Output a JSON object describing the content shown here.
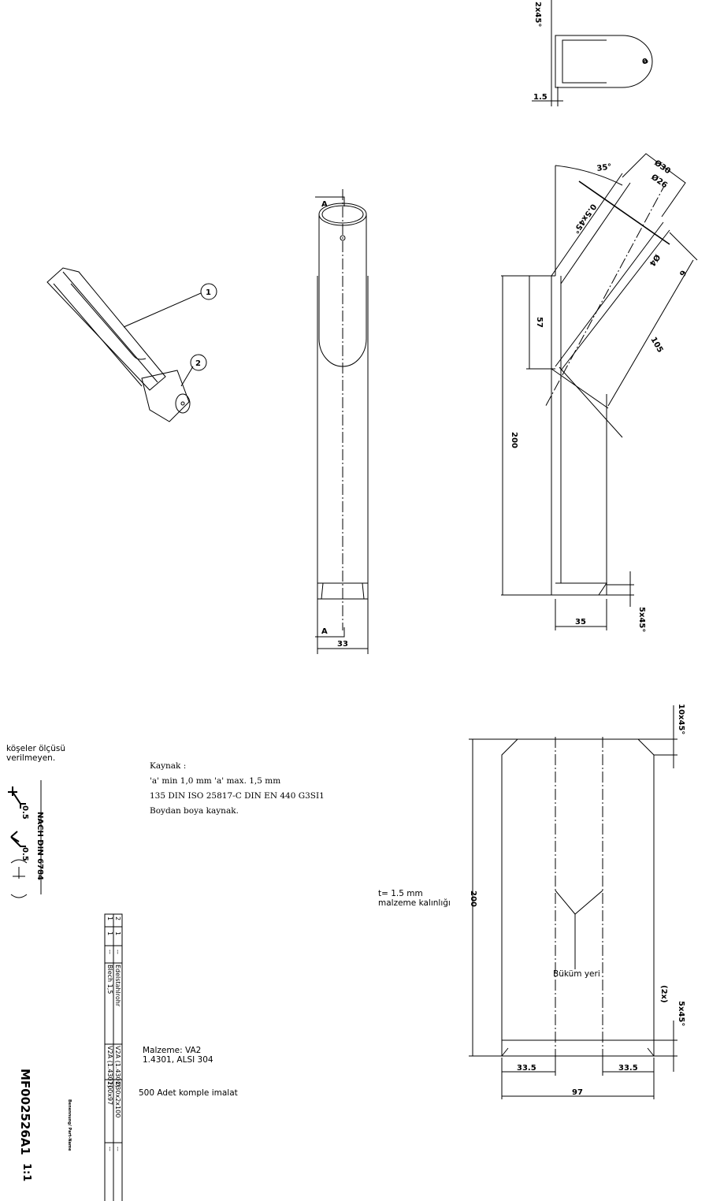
{
  "top_view": {
    "chamfer": "2x45°",
    "thickness": "1.5",
    "hole": "0"
  },
  "isometric": {
    "balloons": [
      "1",
      "2"
    ]
  },
  "front_view": {
    "section_mark": "A",
    "width": "33"
  },
  "section_view": {
    "angle": "35°",
    "outer_diameter": "Ø30",
    "inner_diameter": "Ø26",
    "tube_chamfer": "0.5x45°",
    "hole_diameter": "Ø4",
    "hole_offset": "6",
    "height": "200",
    "weld_height": "57",
    "tube_length": "105",
    "base_width": "35",
    "base_chamfer": "5x45°"
  },
  "flat_pattern": {
    "top_chamfer": "10x45°",
    "height": "200",
    "left_offset": "33.5",
    "right_offset": "33.5",
    "total_width": "97",
    "count": "(2x)",
    "bottom_chamfer": "5x45°",
    "bend_label": "Büküm yeri",
    "thickness_line1": "t= 1.5 mm",
    "thickness_line2": "malzeme kalınlığı"
  },
  "notes": {
    "corners_line1": "köşeler ölçüsü",
    "corners_line2": "verilmeyen.",
    "weld_value_1": "0.5",
    "weld_value_2": "0.5",
    "weld_standard": "NACH DIN 6784",
    "welding": [
      "Kaynak :",
      "'a' min 1,0 mm  'a' max. 1,5 mm",
      "135 DIN ISO 25817-C  DIN EN 440 G3SI1",
      "Boydan boya kaynak."
    ],
    "material_line1": "Malzeme: VA2",
    "material_line2": "1.4301,   ALSI 304",
    "quantity": "500 Adet komple imalat"
  },
  "title_block": {
    "drawing_number": "MF002526A1",
    "scale": "1:1",
    "name_label": "Benennung/ Part-Name"
  },
  "parts_list": [
    {
      "pos": "2",
      "qty": "1",
      "dash": "--",
      "name": "Edelstahlrohr",
      "material": "V2A (1.4301)",
      "size": "Ø30x2x100",
      "note": "--"
    },
    {
      "pos": "1",
      "qty": "1",
      "dash": "--",
      "name": "Blech 1,5",
      "material": "V2A (1.4301)",
      "size": "200x97",
      "note": "--"
    }
  ]
}
